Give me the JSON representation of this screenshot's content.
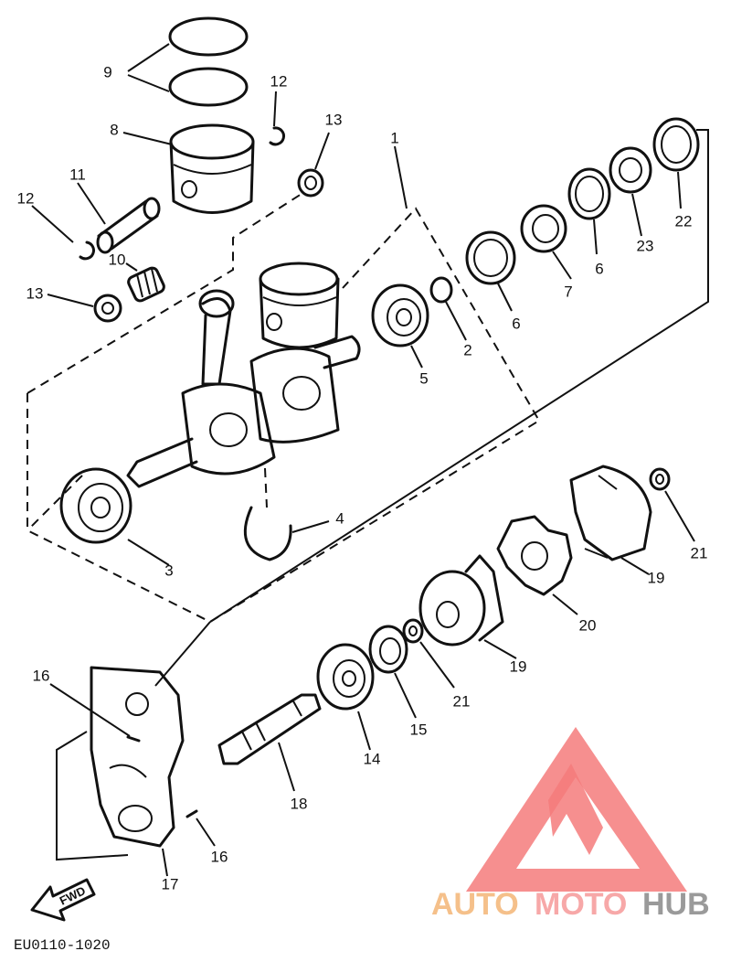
{
  "diagram_code": "EU0110-1020",
  "fwd_label": "FWD",
  "watermark": {
    "brand_part_1": "AUTO",
    "brand_part_2": "MOTO",
    "brand_part_3": "HUB",
    "colors": {
      "triangle": "#f47b7b",
      "auto": "#f5c08a",
      "moto": "#f7a8a8",
      "hub": "#9a9a9a"
    }
  },
  "callouts": {
    "c1": "1",
    "c2": "2",
    "c3": "3",
    "c4": "4",
    "c5": "5",
    "c6a": "6",
    "c6b": "6",
    "c7": "7",
    "c8": "8",
    "c9": "9",
    "c10": "10",
    "c11": "11",
    "c12a": "12",
    "c12b": "12",
    "c13a": "13",
    "c13b": "13",
    "c14": "14",
    "c15": "15",
    "c16a": "16",
    "c16b": "16",
    "c17": "17",
    "c18": "18",
    "c19a": "19",
    "c19b": "19",
    "c20": "20",
    "c21a": "21",
    "c21b": "21",
    "c22": "22",
    "c23": "23"
  }
}
